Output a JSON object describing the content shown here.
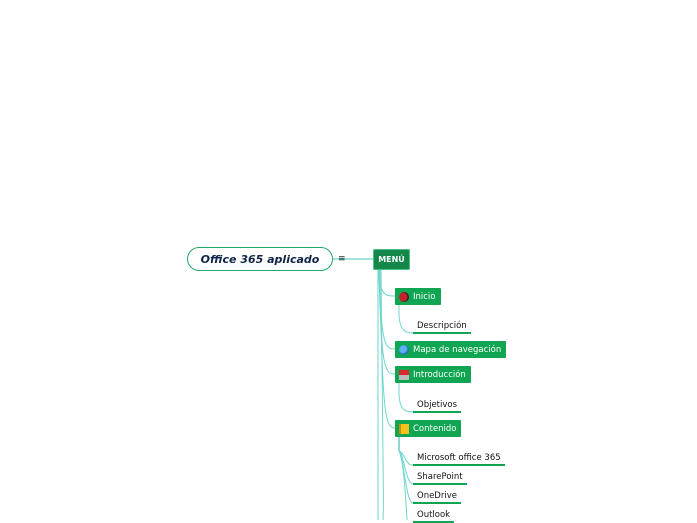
{
  "central_topic": {
    "label": "Office 365 aplicado",
    "notes_icon": "≡"
  },
  "main_node": {
    "label": "MENÚ"
  },
  "branches": [
    {
      "label": "Inicio",
      "icon": "ladybug-icon",
      "children": [
        "Descripción"
      ]
    },
    {
      "label": "Mapa de navegación",
      "icon": "globe-icon",
      "children": []
    },
    {
      "label": "Introducción",
      "icon": "books-icon",
      "children": [
        "Objetivos"
      ]
    },
    {
      "label": "Contenido",
      "icon": "notebook-icon",
      "children": [
        "Microsoft office 365",
        "SharePoint",
        "OneDrive",
        "Outlook"
      ]
    }
  ],
  "colors": {
    "node_green": "#10a552",
    "menu_green": "#14874b",
    "line_teal": "#5fd3c9",
    "central_border": "#23a86a"
  }
}
